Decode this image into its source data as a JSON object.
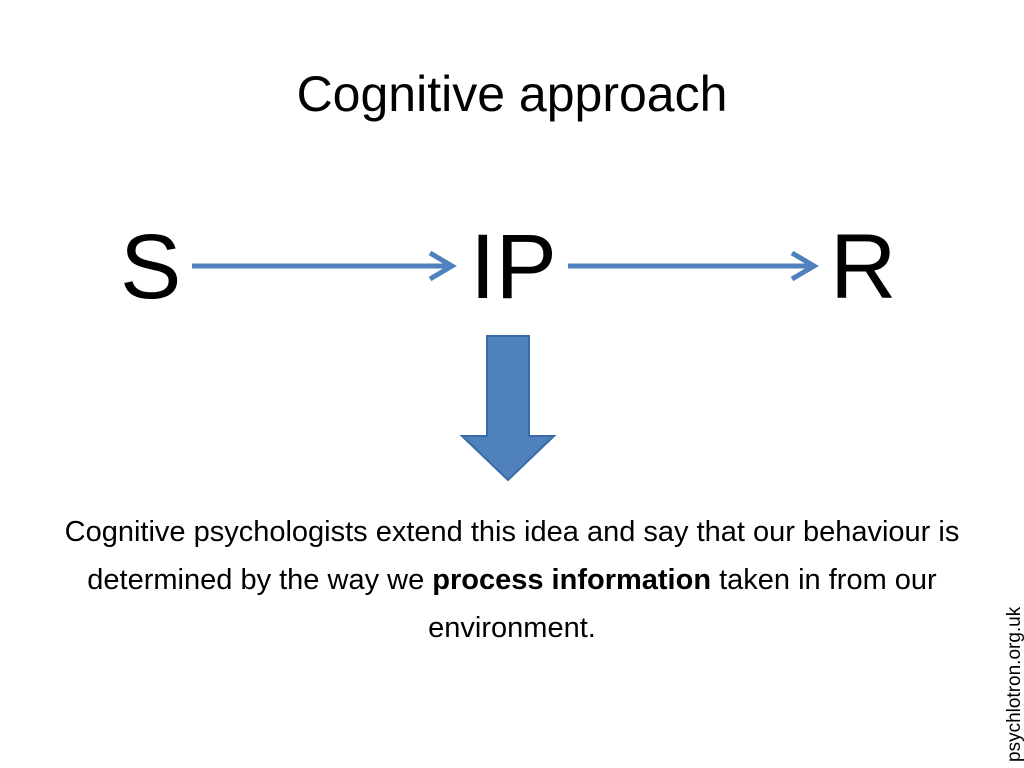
{
  "slide": {
    "title": "Cognitive approach",
    "diagram": {
      "nodes": {
        "stimulus": "S",
        "processing": "IP",
        "response": "R"
      },
      "arrow_color": "#4f81bd",
      "arrow_stroke_color": "#3a6aa8"
    },
    "body": {
      "before_bold": "Cognitive psychologists extend this idea and say that our behaviour is determined by the way we ",
      "bold": "process information",
      "after_bold": " taken in from our environment."
    },
    "watermark": "psychlotron.org.uk"
  }
}
